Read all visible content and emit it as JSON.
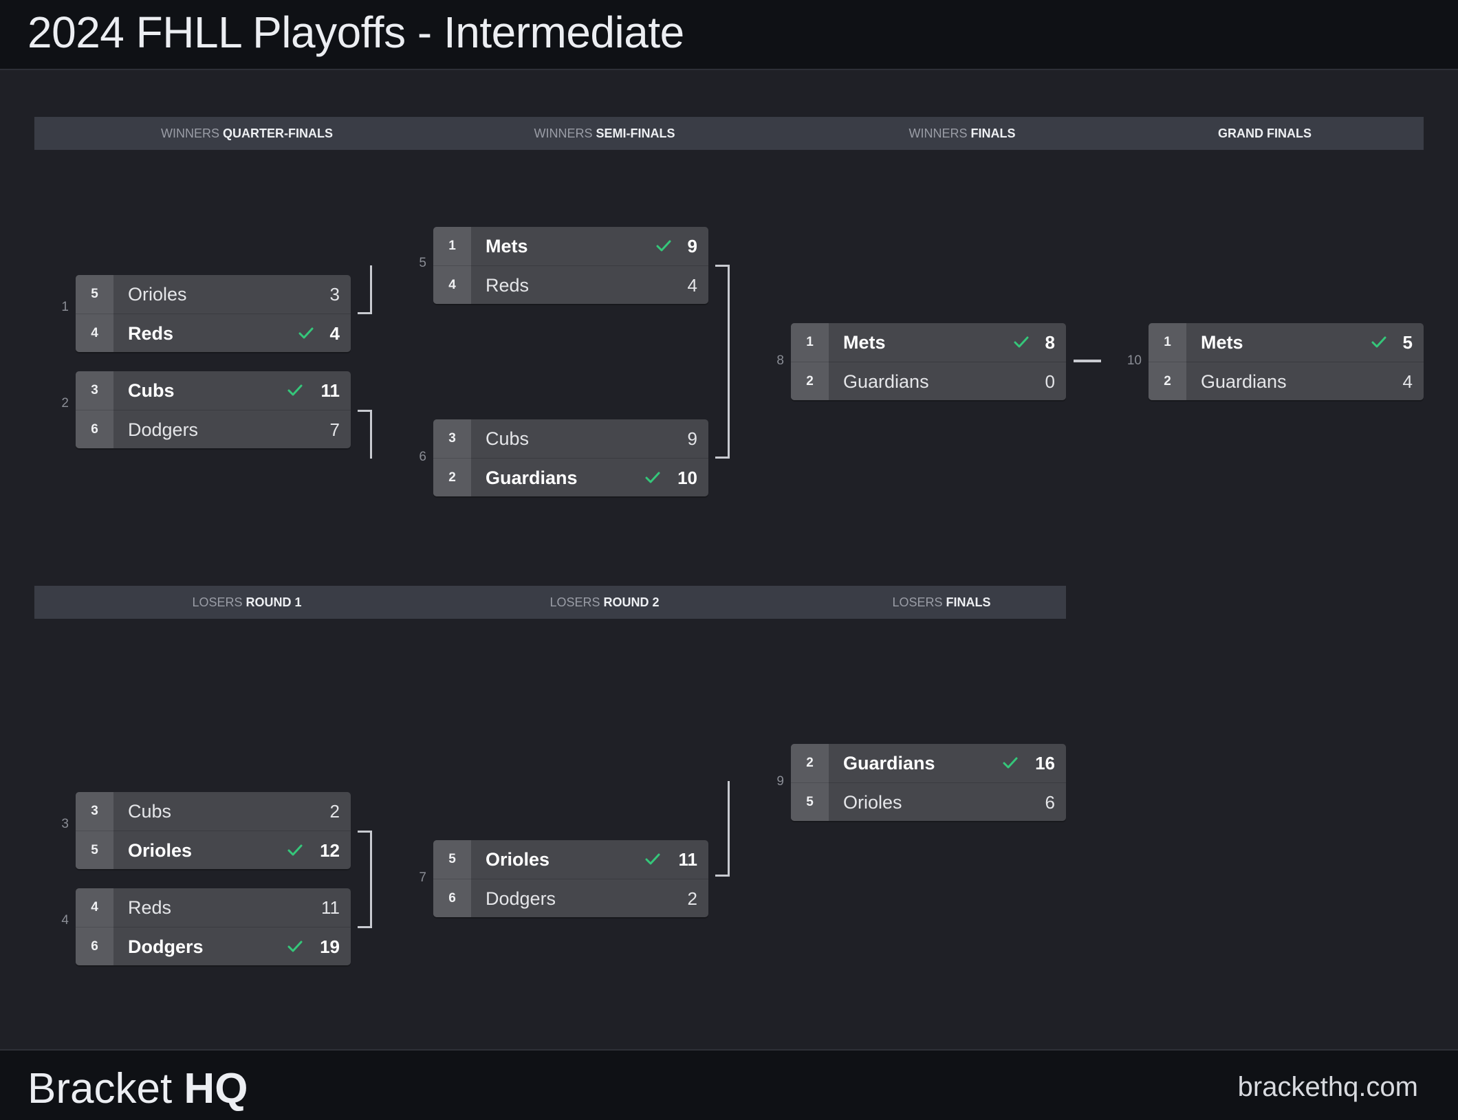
{
  "page_title": "2024 FHLL Playoffs - Intermediate",
  "footer": {
    "brand_light": "Bracket ",
    "brand_bold": "HQ",
    "site": "brackethq.com"
  },
  "winners_rounds": [
    {
      "prefix": "WINNERS ",
      "name": "QUARTER-FINALS"
    },
    {
      "prefix": "WINNERS ",
      "name": "SEMI-FINALS"
    },
    {
      "prefix": "WINNERS ",
      "name": "FINALS"
    },
    {
      "prefix": "",
      "name": "GRAND FINALS"
    }
  ],
  "losers_rounds": [
    {
      "prefix": "LOSERS ",
      "name": "ROUND 1"
    },
    {
      "prefix": "LOSERS ",
      "name": "ROUND 2"
    },
    {
      "prefix": "LOSERS ",
      "name": "FINALS"
    }
  ],
  "colors": {
    "win_check": "#35c77a",
    "background": "#1f2026",
    "card": "#46474c",
    "seed_cell": "#5a5b60",
    "round_bar": "#3a3d46"
  },
  "matches": {
    "m1": {
      "number": "1",
      "teams": [
        {
          "seed": "5",
          "name": "Orioles",
          "score": "3",
          "winner": false
        },
        {
          "seed": "4",
          "name": "Reds",
          "score": "4",
          "winner": true
        }
      ]
    },
    "m2": {
      "number": "2",
      "teams": [
        {
          "seed": "3",
          "name": "Cubs",
          "score": "11",
          "winner": true
        },
        {
          "seed": "6",
          "name": "Dodgers",
          "score": "7",
          "winner": false
        }
      ]
    },
    "m5": {
      "number": "5",
      "teams": [
        {
          "seed": "1",
          "name": "Mets",
          "score": "9",
          "winner": true
        },
        {
          "seed": "4",
          "name": "Reds",
          "score": "4",
          "winner": false
        }
      ]
    },
    "m6": {
      "number": "6",
      "teams": [
        {
          "seed": "3",
          "name": "Cubs",
          "score": "9",
          "winner": false
        },
        {
          "seed": "2",
          "name": "Guardians",
          "score": "10",
          "winner": true
        }
      ]
    },
    "m8": {
      "number": "8",
      "teams": [
        {
          "seed": "1",
          "name": "Mets",
          "score": "8",
          "winner": true
        },
        {
          "seed": "2",
          "name": "Guardians",
          "score": "0",
          "winner": false
        }
      ]
    },
    "m10": {
      "number": "10",
      "teams": [
        {
          "seed": "1",
          "name": "Mets",
          "score": "5",
          "winner": true
        },
        {
          "seed": "2",
          "name": "Guardians",
          "score": "4",
          "winner": false
        }
      ]
    },
    "m3": {
      "number": "3",
      "teams": [
        {
          "seed": "3",
          "name": "Cubs",
          "score": "2",
          "winner": false
        },
        {
          "seed": "5",
          "name": "Orioles",
          "score": "12",
          "winner": true
        }
      ]
    },
    "m4": {
      "number": "4",
      "teams": [
        {
          "seed": "4",
          "name": "Reds",
          "score": "11",
          "winner": false
        },
        {
          "seed": "6",
          "name": "Dodgers",
          "score": "19",
          "winner": true
        }
      ]
    },
    "m7": {
      "number": "7",
      "teams": [
        {
          "seed": "5",
          "name": "Orioles",
          "score": "11",
          "winner": true
        },
        {
          "seed": "6",
          "name": "Dodgers",
          "score": "2",
          "winner": false
        }
      ]
    },
    "m9": {
      "number": "9",
      "teams": [
        {
          "seed": "2",
          "name": "Guardians",
          "score": "16",
          "winner": true
        },
        {
          "seed": "5",
          "name": "Orioles",
          "score": "6",
          "winner": false
        }
      ]
    }
  }
}
